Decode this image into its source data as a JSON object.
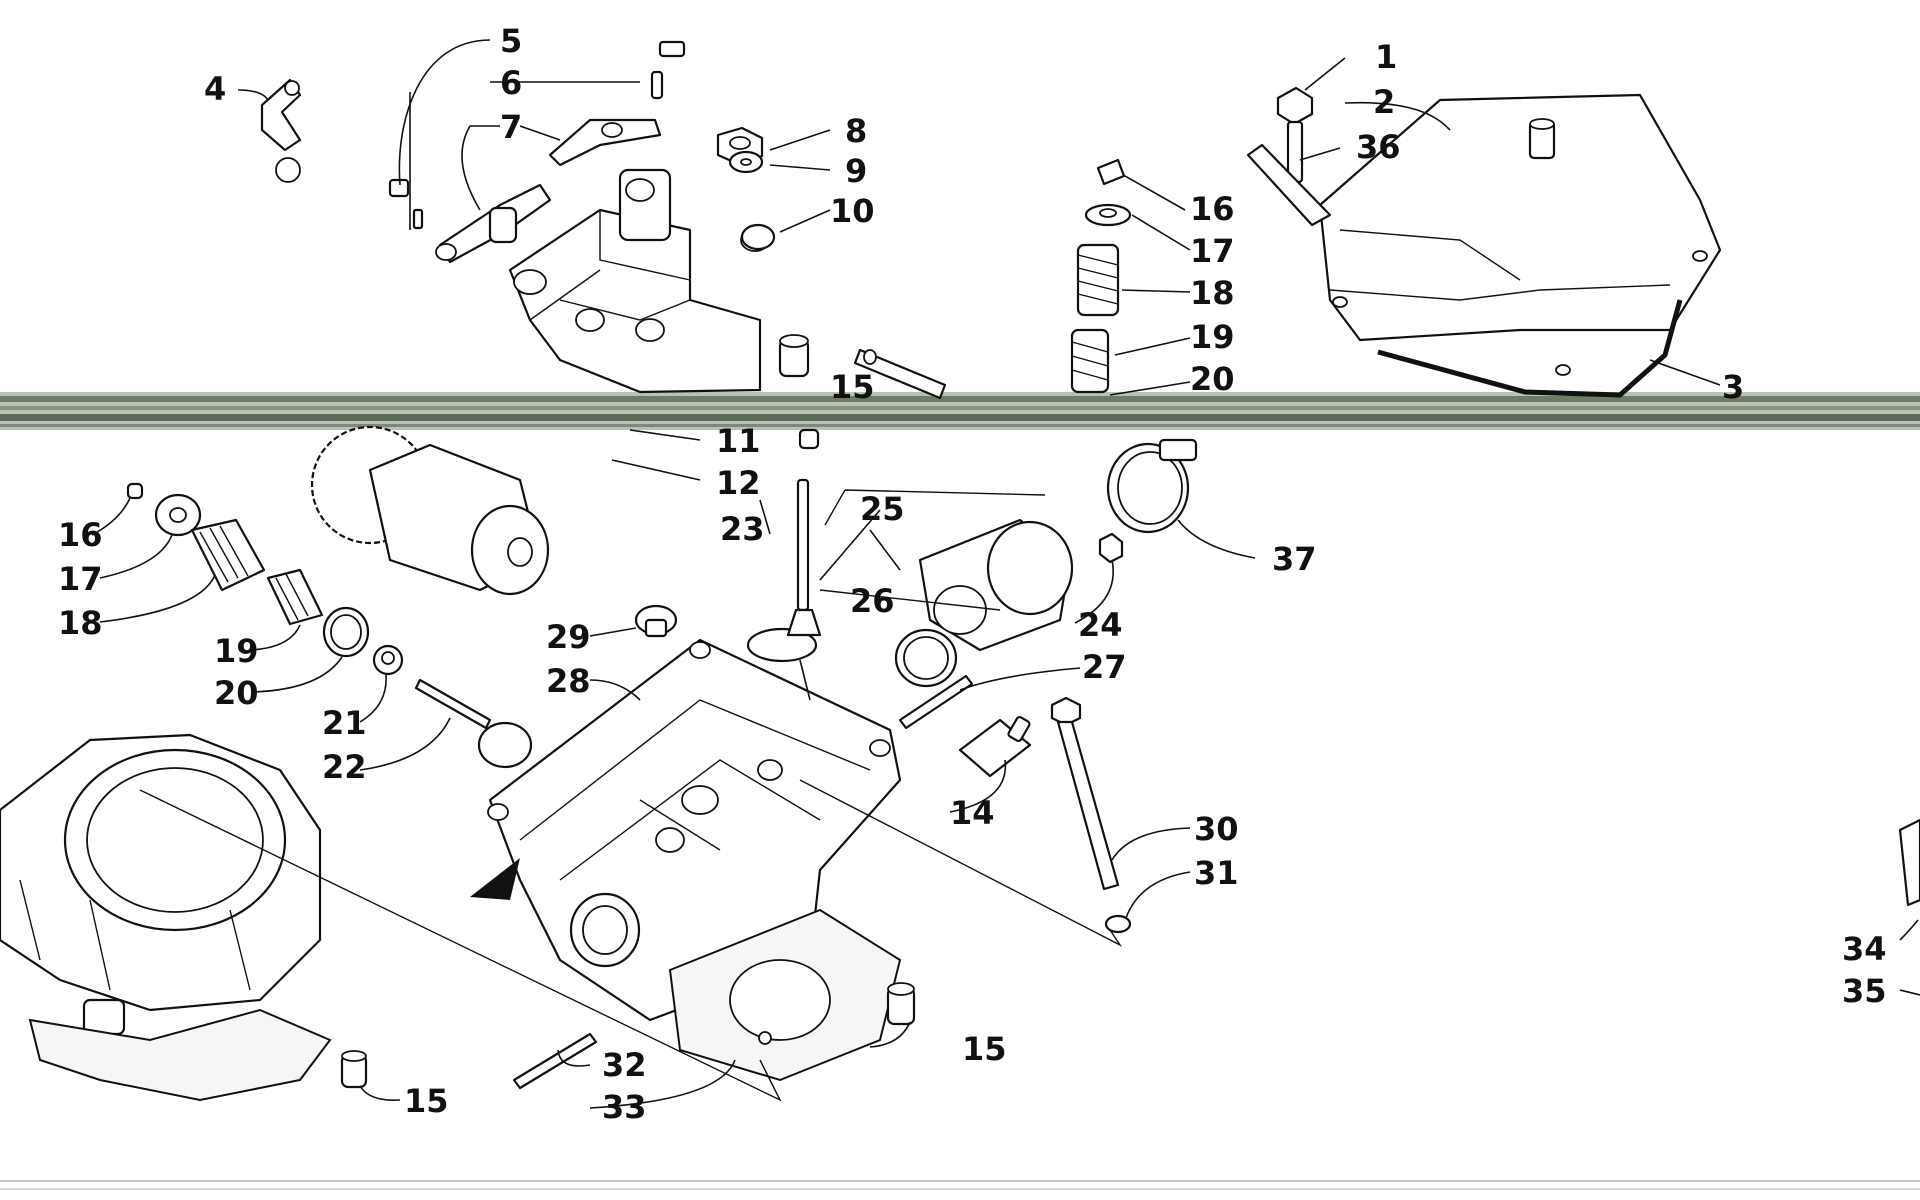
{
  "callouts": {
    "c1": "1",
    "c2": "2",
    "c3": "3",
    "c4": "4",
    "c5": "5",
    "c6": "6",
    "c7": "7",
    "c8": "8",
    "c9": "9",
    "c10": "10",
    "c11": "11",
    "c12": "12",
    "c14": "14",
    "c15a": "15",
    "c15b": "15",
    "c15c": "15",
    "c16a": "16",
    "c16b": "16",
    "c17a": "17",
    "c17b": "17",
    "c18a": "18",
    "c18b": "18",
    "c19a": "19",
    "c19b": "19",
    "c20a": "20",
    "c20b": "20",
    "c21": "21",
    "c22": "22",
    "c23": "23",
    "c24": "24",
    "c25": "25",
    "c26": "26",
    "c27": "27",
    "c28": "28",
    "c29": "29",
    "c30": "30",
    "c31": "31",
    "c32": "32",
    "c33": "33",
    "c34": "34",
    "c35": "35",
    "c36": "36",
    "c37": "37"
  },
  "colors": {
    "ink": "#111111",
    "paper": "#ffffff",
    "scan_band": "#7f8a7a"
  }
}
